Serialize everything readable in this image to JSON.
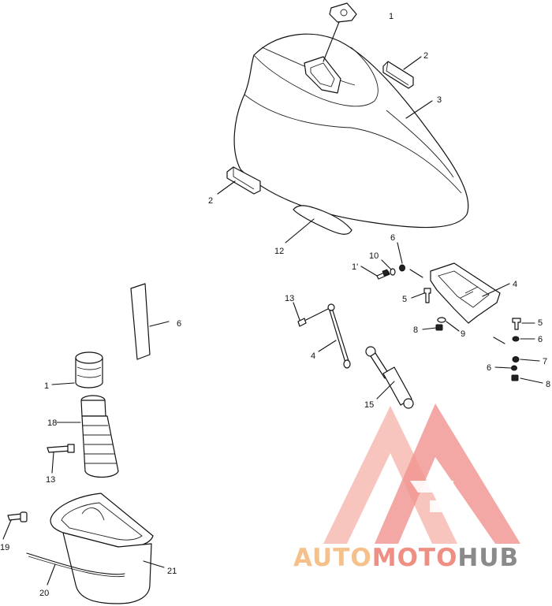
{
  "labels": {
    "l1_top": "1",
    "l2_a": "2",
    "l3": "3",
    "l2_b": "2",
    "l12": "12",
    "l6_a": "6",
    "l10": "10",
    "l11": "1'",
    "l4_a": "4",
    "l5_a": "5",
    "l8_a": "8",
    "l9": "9",
    "l5_b": "5",
    "l6_b": "6",
    "l7": "7",
    "l6_c": "6",
    "l8_b": "8",
    "l13_a": "13",
    "l4_b": "4",
    "l15": "15",
    "l16": "6",
    "l17": "1",
    "l18": "18",
    "l13_b": "13",
    "l19": "19",
    "l20": "20",
    "l21": "21"
  },
  "watermark": {
    "part1": "AUTO",
    "part2": "MOTO",
    "part3": "HUB",
    "colors": {
      "light": "#f5c99a",
      "pink": "#f3a9a0",
      "red": "#ee7f7a",
      "gray": "#8c8c8c"
    }
  }
}
